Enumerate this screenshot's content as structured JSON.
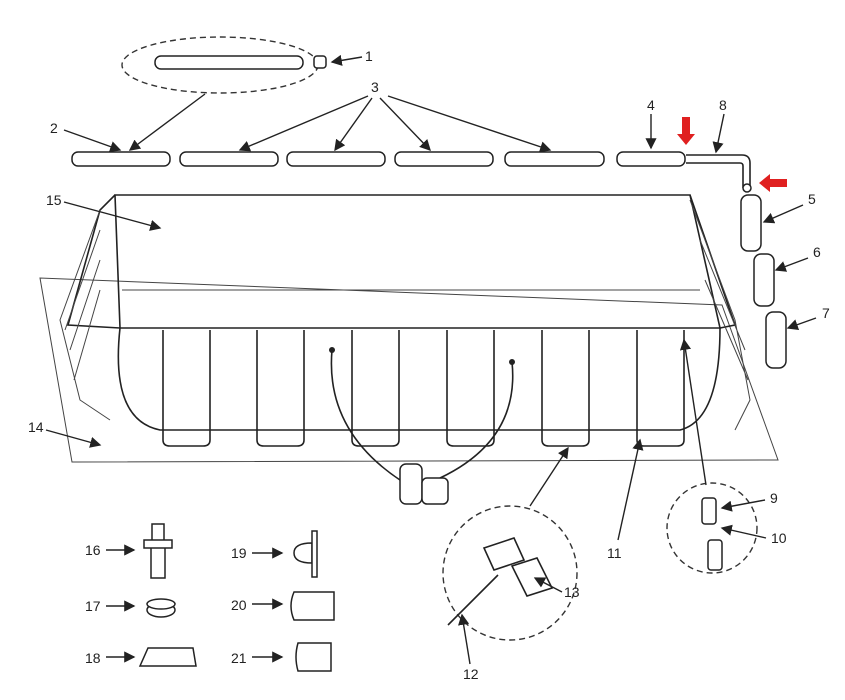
{
  "title": "Rectangular frame pool parts diagram",
  "accent_color": "#e02020",
  "labels": {
    "p1": "1",
    "p2": "2",
    "p3": "3",
    "p4": "4",
    "p5": "5",
    "p6": "6",
    "p7": "7",
    "p8": "8",
    "p9": "9",
    "p10": "10",
    "p11": "11",
    "p12": "12",
    "p13": "13",
    "p14": "14",
    "p15": "15",
    "p16": "16",
    "p17": "17",
    "p18": "18",
    "p19": "19",
    "p20": "20",
    "p21": "21"
  }
}
